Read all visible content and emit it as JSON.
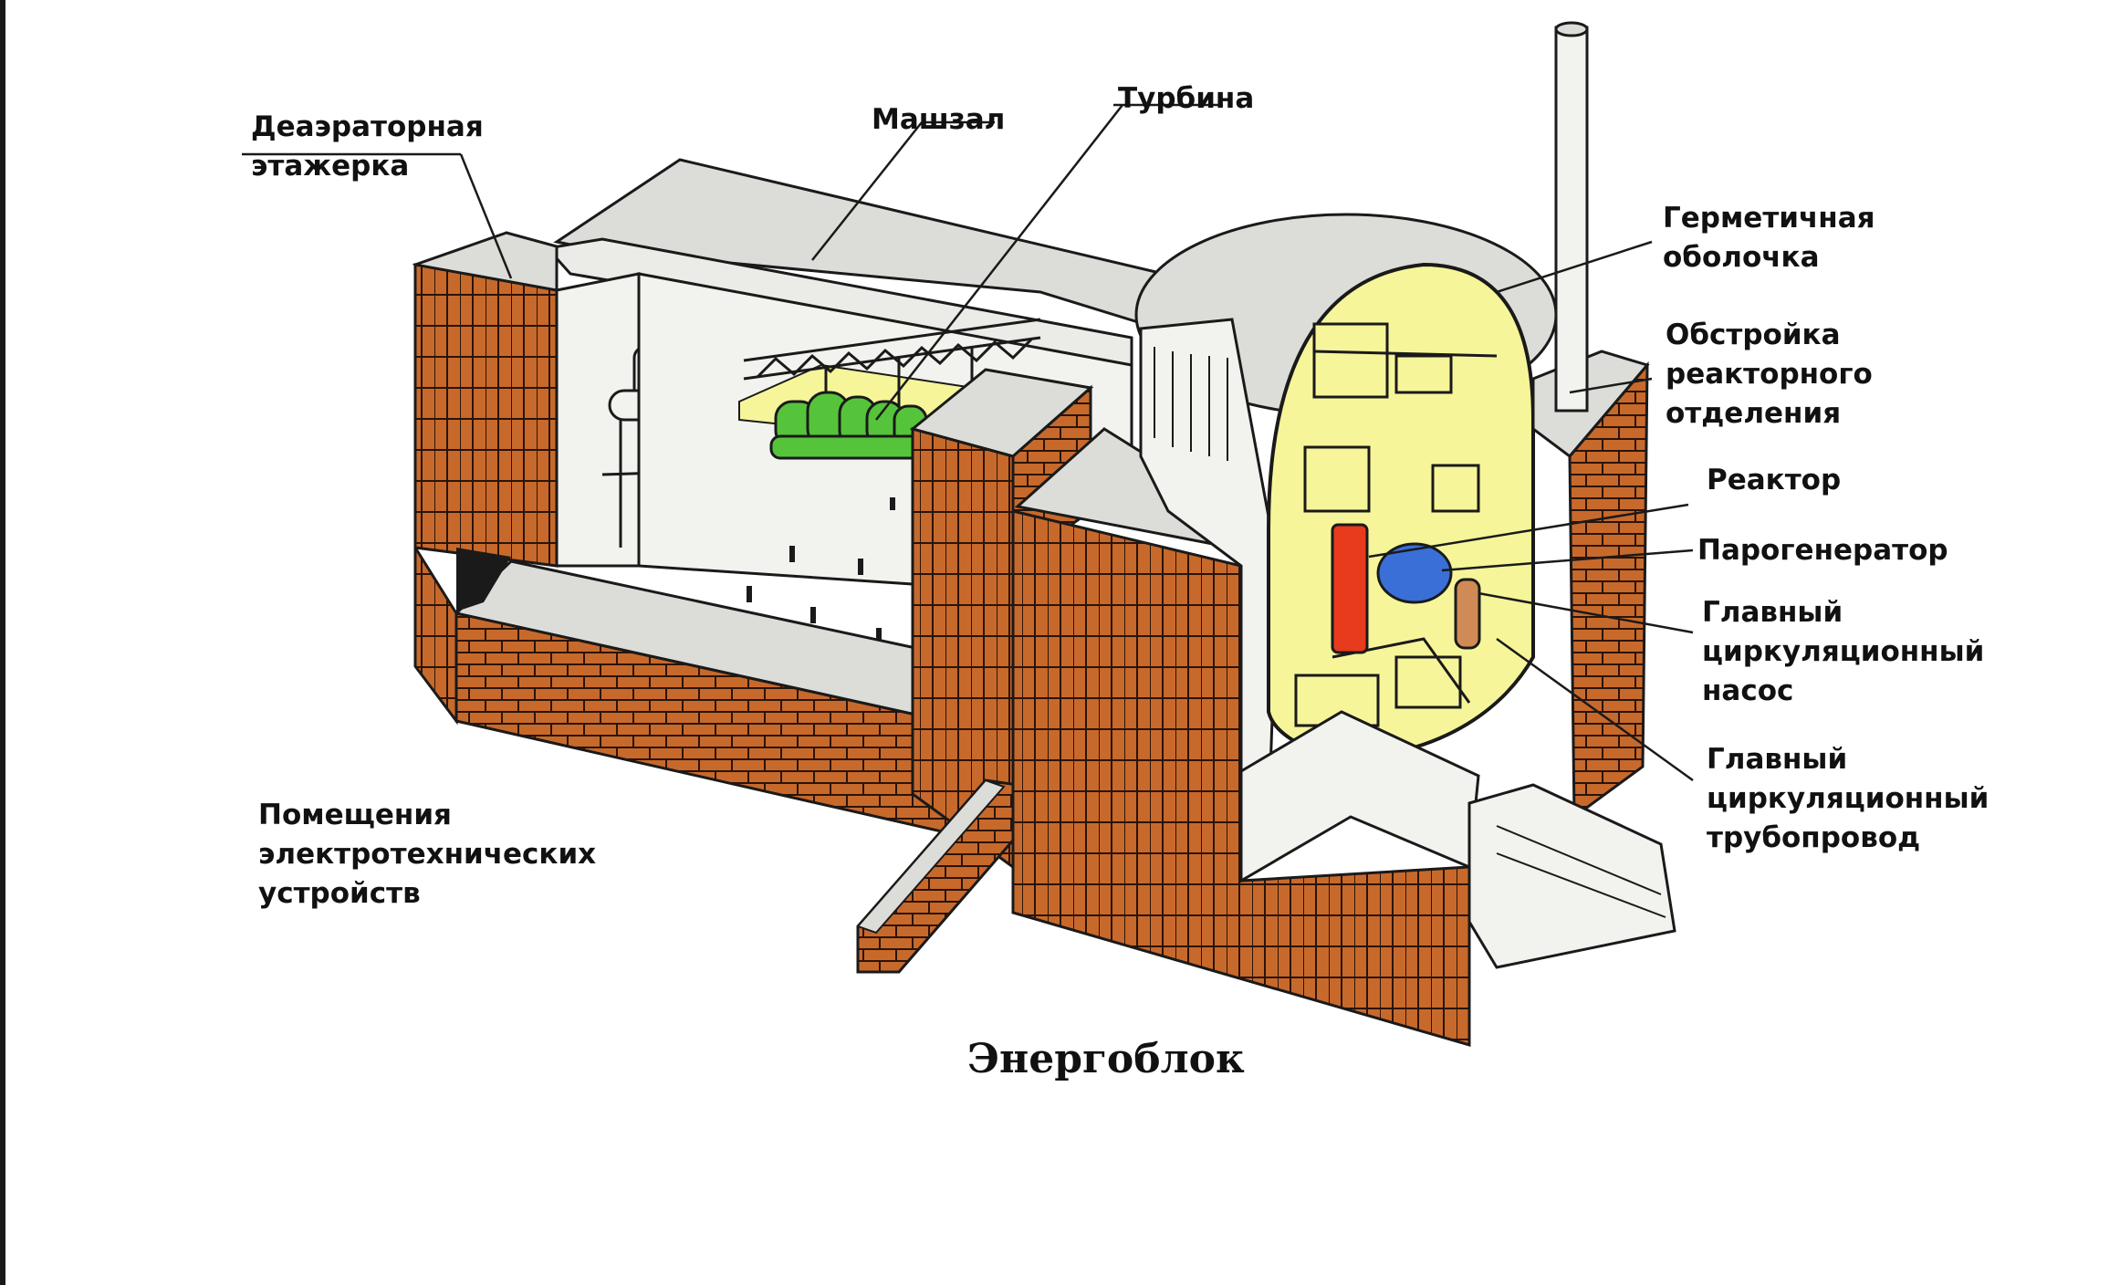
{
  "labels": {
    "deaerator": "Деаэраторная\nэтажерка",
    "machine_hall": "Машзал",
    "turbine": "Турбина",
    "containment": "Герметичная\nоболочка",
    "reactor_annex": "Обстройка\nреакторного\nотделения",
    "reactor": "Реактор",
    "steam_generator": "Парогенератор",
    "main_pump": "Главный\nциркуляционный\nнасос",
    "main_pipeline": "Главный\nциркуляционный\nтрубопровод",
    "electrical_rooms": "Помещения\nэлектротехнических\nустройств"
  },
  "caption": "Энергоблок",
  "colors": {
    "brick": "#c8692c",
    "brick_line": "#2a1408",
    "wall": "#f2f2ee",
    "interior_yellow": "#f6f59a",
    "turbine_green": "#55c43a",
    "reactor_red": "#e83a1c",
    "steam_gen_blue": "#3a6fd8",
    "pump_tan": "#d08a55",
    "roof_grey": "#dcdcd8",
    "outline": "#1a1a1a"
  }
}
